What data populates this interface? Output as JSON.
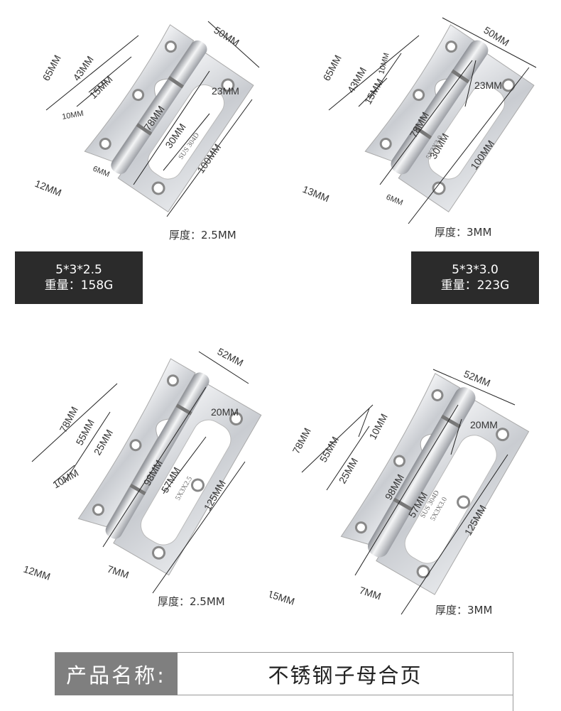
{
  "hinges": [
    {
      "id": "tl",
      "height_label": "65MM",
      "hole_span_label": "43MM",
      "hole_gap_label": "15MM",
      "hole_small_label": "10MM",
      "width_label": "50MM",
      "length_label": "100MM",
      "inner_length_label": "78MM",
      "inner_span_label": "30MM",
      "right_gap_label": "23MM",
      "knuckle_label": "12MM",
      "edge_label": "6MM",
      "stamp": "SUS 304D",
      "stamp2": "",
      "thickness_label": "厚度：2.5MM"
    },
    {
      "id": "tr",
      "height_label": "65MM",
      "hole_span_label": "43MM",
      "hole_gap_label": "15MM",
      "hole_small_label": "10MM",
      "width_label": "50MM",
      "length_label": "100MM",
      "inner_length_label": "78MM",
      "inner_span_label": "30MM",
      "right_gap_label": "23MM",
      "knuckle_label": "13MM",
      "edge_label": "6MM",
      "stamp": "5X3X3.0",
      "stamp2": "",
      "thickness_label": "厚度：3MM"
    },
    {
      "id": "bl",
      "height_label": "78MM",
      "hole_span_label": "55MM",
      "hole_gap_label": "25MM",
      "hole_small_label": "10MM",
      "width_label": "52MM",
      "length_label": "125MM",
      "inner_length_label": "98MM",
      "inner_span_label": "57MM",
      "right_gap_label": "20MM",
      "knuckle_label": "12MM",
      "edge_label": "7MM",
      "stamp": "5X3X2.5",
      "stamp2": "",
      "thickness_label": "厚度：2.5MM"
    },
    {
      "id": "br",
      "height_label": "78MM",
      "hole_span_label": "55MM",
      "hole_gap_label": "25MM",
      "hole_small_label": "10MM",
      "width_label": "52MM",
      "length_label": "125MM",
      "inner_length_label": "98MM",
      "inner_span_label": "57MM",
      "right_gap_label": "20MM",
      "knuckle_label": "15MM",
      "edge_label": "7MM",
      "stamp": "SUS 304D",
      "stamp2": "5X3X3.0",
      "thickness_label": "厚度：3MM"
    }
  ],
  "spec_left": {
    "size": "5*3*2.5",
    "weight": "重量：158G"
  },
  "spec_right": {
    "size": "5*3*3.0",
    "weight": "重量：223G"
  },
  "product": {
    "label": "产品名称:",
    "value": "不锈钢子母合页"
  },
  "colors": {
    "steel_light": "#e6e7ea",
    "steel_dark": "#9a9da3",
    "box_bg": "#2b2b2b",
    "label_bg": "#7f7f7f"
  }
}
